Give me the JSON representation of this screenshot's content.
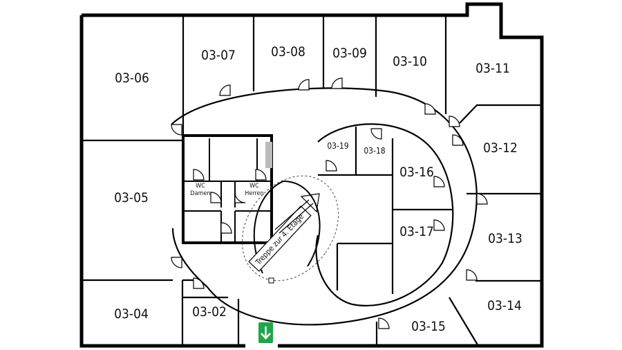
{
  "rooms": {
    "r0306": "03-06",
    "r0307": "03-07",
    "r0308": "03-08",
    "r0309": "03-09",
    "r0310": "03-10",
    "r0311": "03-11",
    "r0312": "03-12",
    "r0305": "03-05",
    "r0313": "03-13",
    "r0319": "03-19",
    "r0318": "03-18",
    "r0316": "03-16",
    "r0317": "03-17",
    "r0304": "03-04",
    "r0302": "03-02",
    "r0314": "03-14",
    "r0315": "03-15"
  },
  "wc": {
    "damen_line1": "WC",
    "damen_line2": "Damen",
    "herren_line1": "WC",
    "herren_line2": "Herren"
  },
  "stairs": {
    "label": "Treppe zur 4. Etage"
  },
  "exit": {
    "color": "#1fa64a",
    "icon": "arrow-down-icon"
  }
}
